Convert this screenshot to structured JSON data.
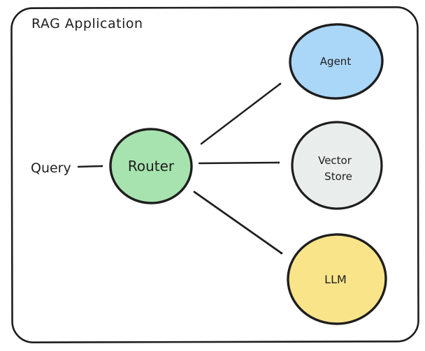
{
  "title": "RAG Application",
  "query_label": "Query",
  "colors": {
    "stroke": "#1e1e1e",
    "background": "#ffffff",
    "router_fill": "#a7e3af",
    "agent_fill": "#aad6f7",
    "vector_store_fill": "#e9edec",
    "llm_fill": "#f9e48a"
  },
  "nodes": {
    "router": {
      "label": "Router",
      "fill": "#a7e3af"
    },
    "agent": {
      "label": "Agent",
      "fill": "#aad6f7"
    },
    "vector_store": {
      "label_lines": [
        "Vector",
        "Store"
      ],
      "fill": "#e9edec"
    },
    "llm": {
      "label": "LLM",
      "fill": "#f9e48a"
    }
  },
  "edges": [
    {
      "from": "Query",
      "to": "Router"
    },
    {
      "from": "Router",
      "to": "Agent"
    },
    {
      "from": "Router",
      "to": "Vector Store"
    },
    {
      "from": "Router",
      "to": "LLM"
    }
  ]
}
